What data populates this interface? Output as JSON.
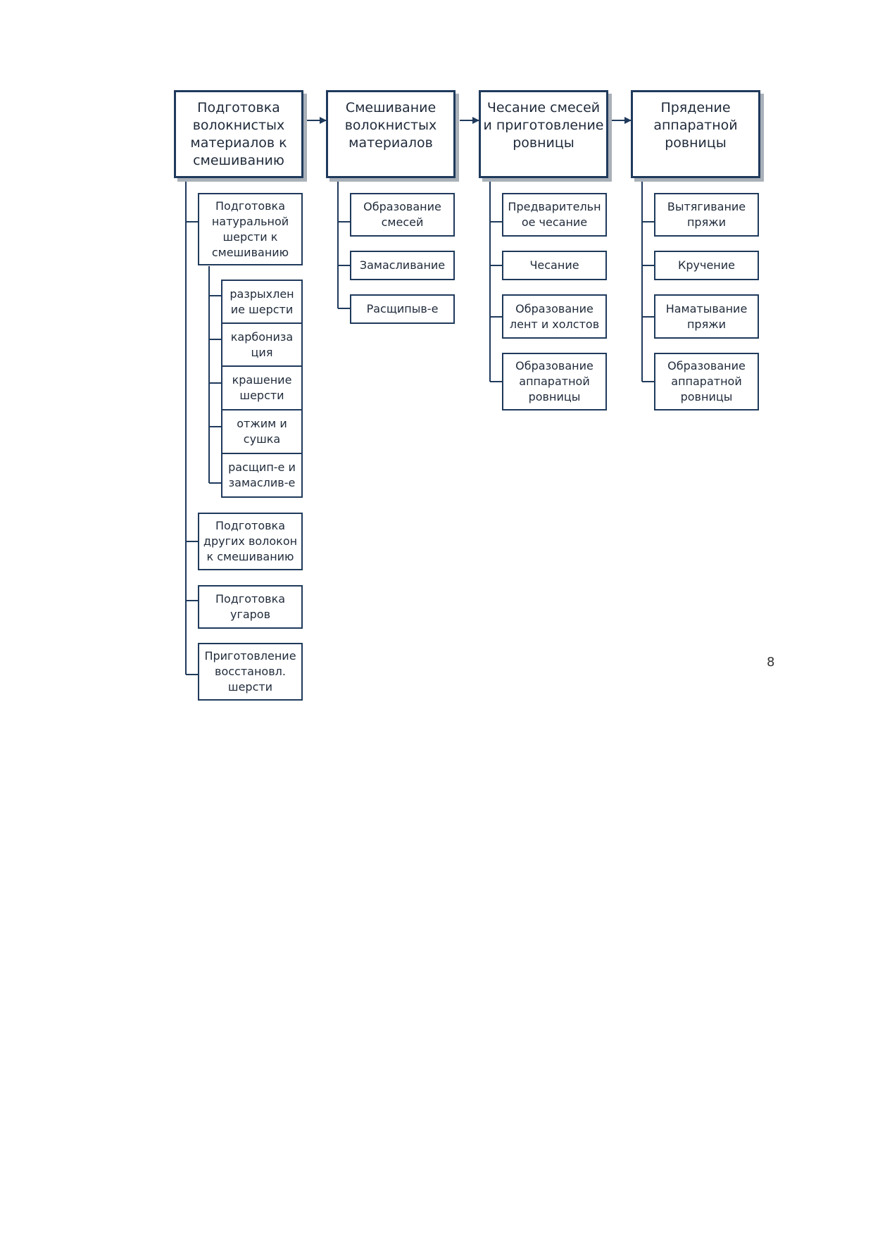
{
  "stages": [
    {
      "label": "Подготовка\nволокнистых\nматериалов к\nсмешиванию",
      "children": [
        {
          "label": "Подготовка\nнатуральной\nшерсти к\nсмешиванию",
          "children": [
            {
              "label": "разрыхлен\nие  шерсти"
            },
            {
              "label": "карбониза\nция"
            },
            {
              "label": "крашение\nшерсти"
            },
            {
              "label": "отжим и\nсушка"
            },
            {
              "label": "расщип-е и\nзамаслив-е"
            }
          ]
        },
        {
          "label": "Подготовка\nдругих волокон\nк смешиванию"
        },
        {
          "label": "Подготовка\nугаров"
        },
        {
          "label": "Приготовление\nвосстановл.\nшерсти"
        }
      ]
    },
    {
      "label": "Смешивание\nволокнистых\nматериалов",
      "children": [
        {
          "label": "Образование\nсмесей"
        },
        {
          "label": "Замасливание"
        },
        {
          "label": "Расщипыв-е"
        }
      ]
    },
    {
      "label": "Чесание смесей\nи приготовление\nровницы",
      "children": [
        {
          "label": "Предварительн\nое чесание"
        },
        {
          "label": "Чесание"
        },
        {
          "label": "Образование\nлент и холстов"
        },
        {
          "label": "Образование\nаппаратной\nровницы"
        }
      ]
    },
    {
      "label": "Прядение\nаппаратной\nровницы",
      "children": [
        {
          "label": "Вытягивание\nпряжи"
        },
        {
          "label": "Кручение"
        },
        {
          "label": "Наматывание\nпряжи"
        },
        {
          "label": "Образование\nаппаратной\nровницы"
        }
      ]
    }
  ],
  "stray_mark": "8",
  "colors": {
    "border": "#1f3a5c",
    "shadow": "#a9b0b8",
    "text": "#1f2a3a"
  }
}
